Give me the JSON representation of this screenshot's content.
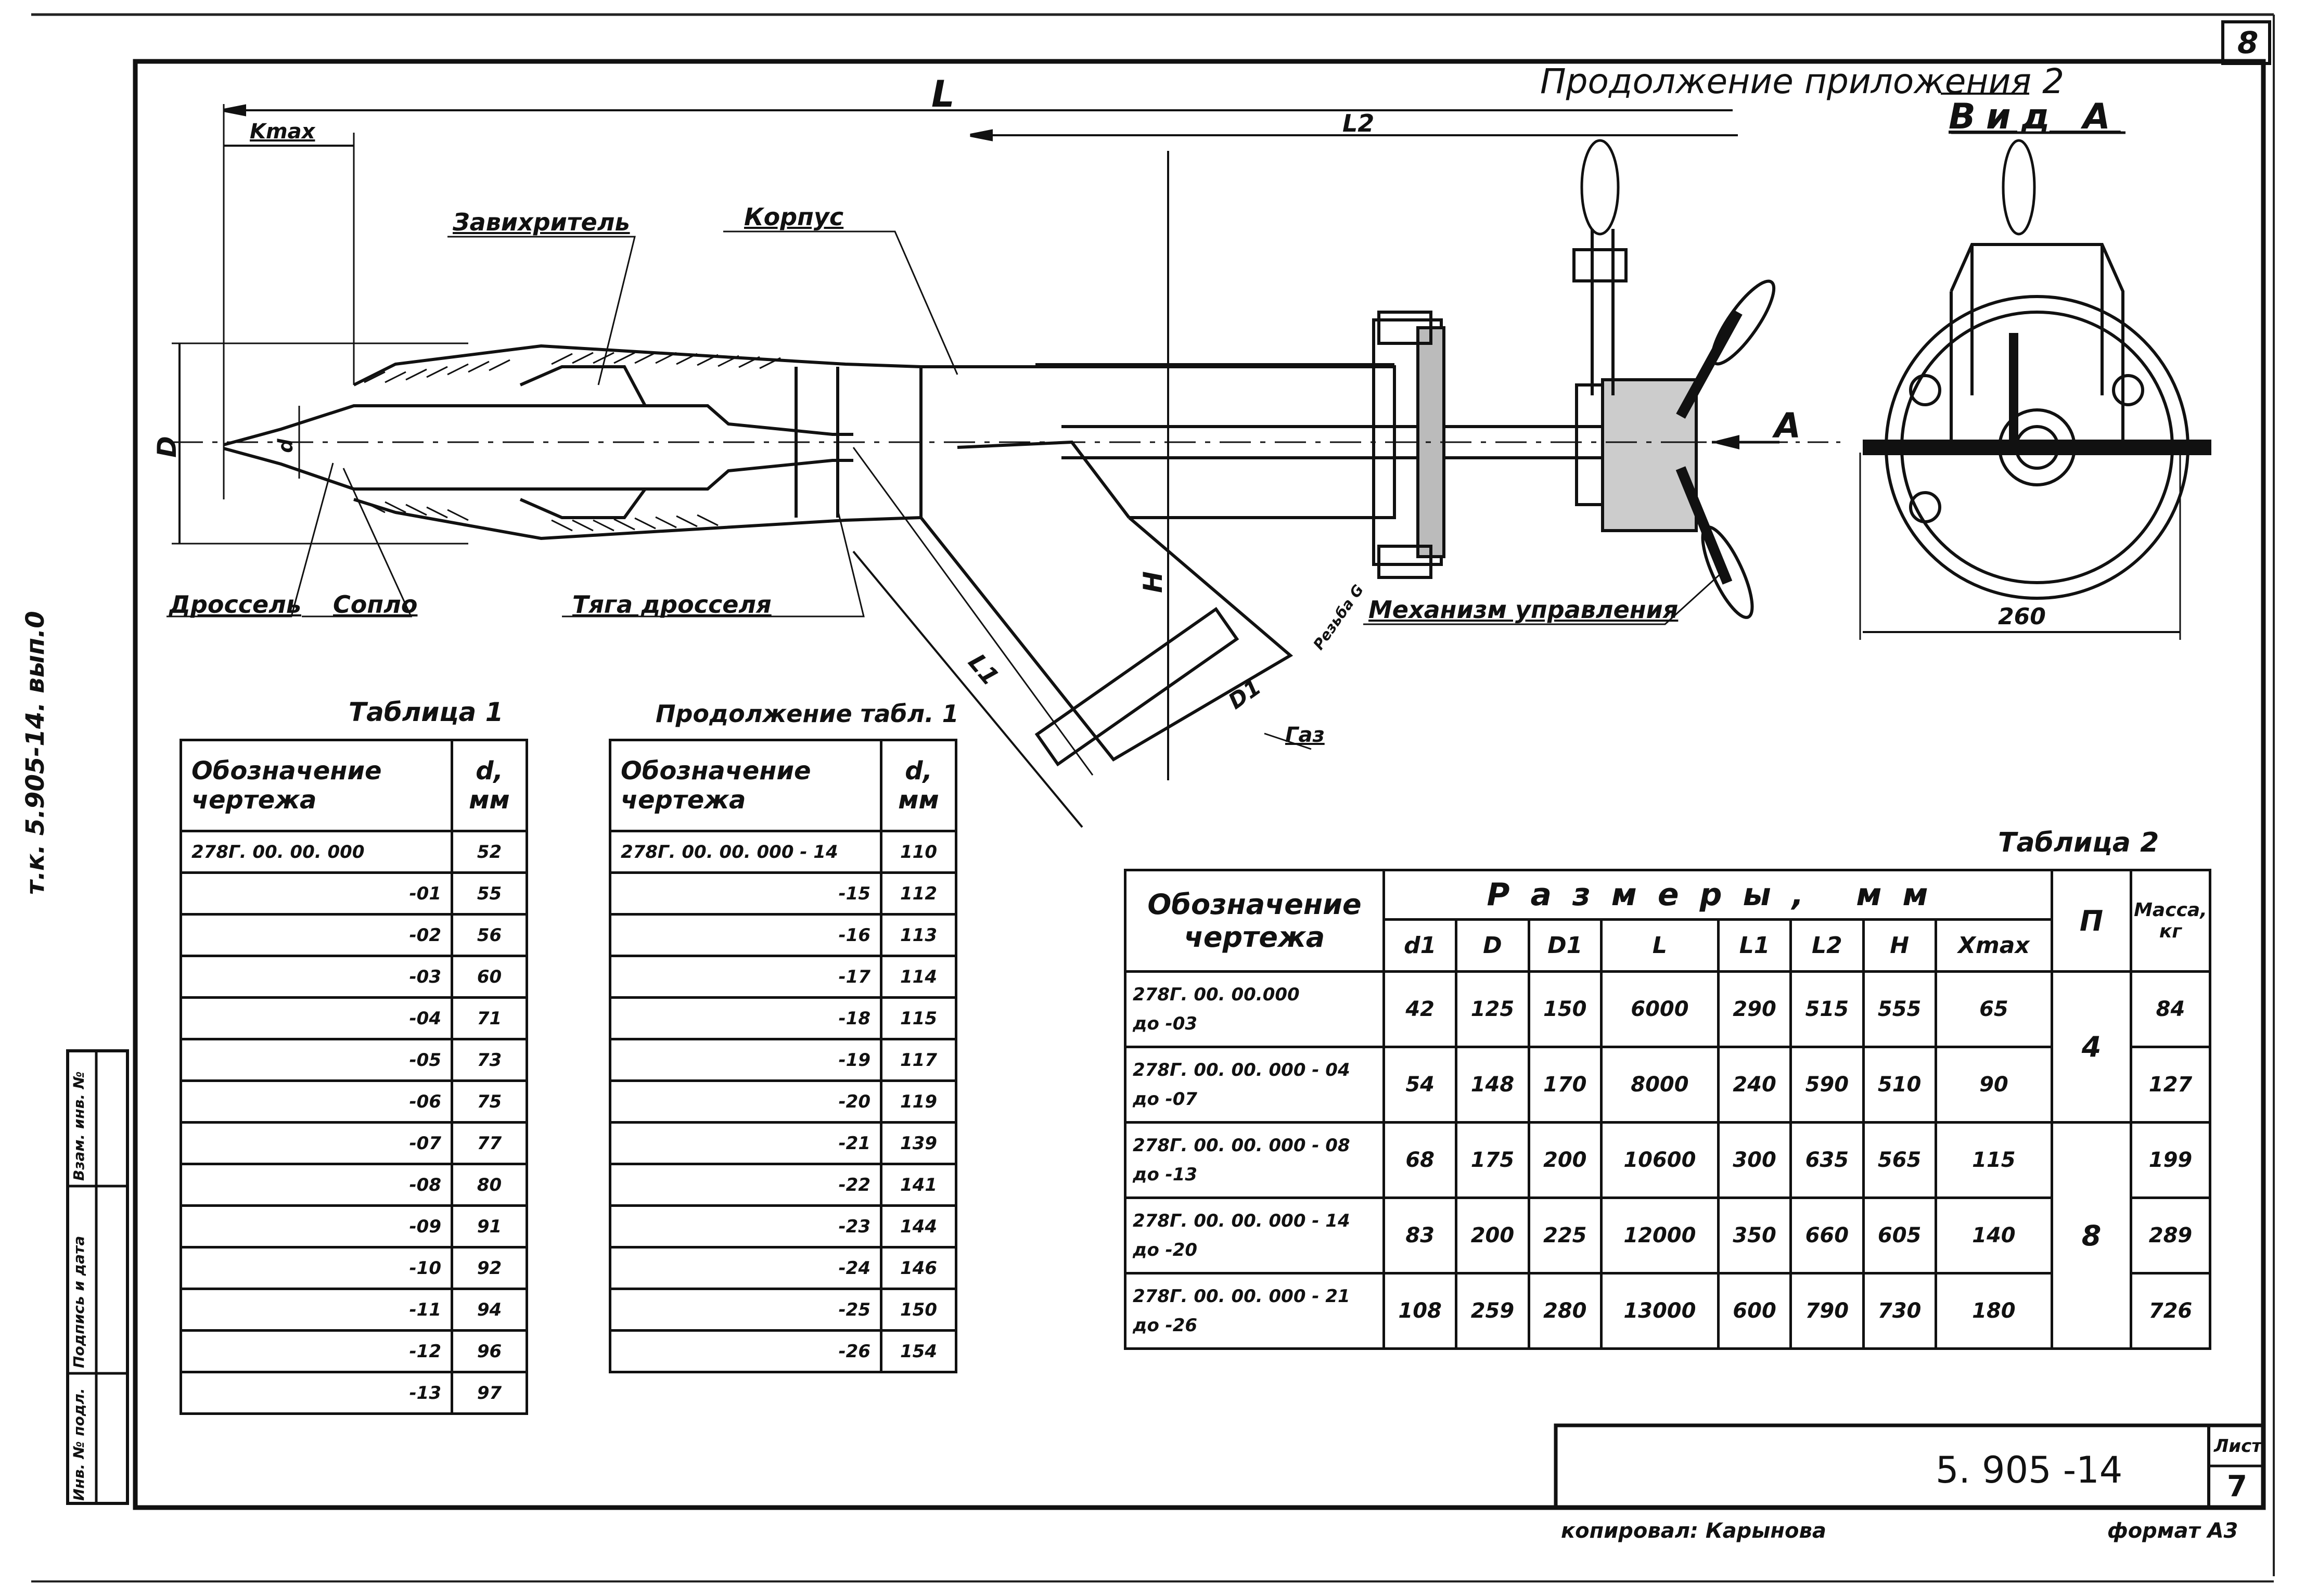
{
  "sheet_number": "8",
  "header_title": "Продолжение приложения 2",
  "view_title": "Вид А",
  "arrow_label": "А",
  "side_label": "т.к. 5.905-14. вып.0",
  "dimensions": {
    "L": "L",
    "L2": "L2",
    "Kmax": "Kmax",
    "D": "D",
    "d": "d",
    "H": "H",
    "L1": "L1",
    "D1": "D1",
    "thread": "Резьба G",
    "gas": "Газ",
    "width_260": "260"
  },
  "callouts": {
    "swirler": "Завихритель",
    "body": "Корпус",
    "throttle": "Дроссель",
    "nozzle": "Сопло",
    "throttle_rod": "Тяга дросселя",
    "control_mechanism": "Механизм управления"
  },
  "table1": {
    "title": "Таблица 1",
    "col1": "Обозначение чертежа",
    "col2": "d, мм",
    "rows": [
      {
        "designation": "278Г. 00. 00. 000",
        "d": "52"
      },
      {
        "designation": "-01",
        "d": "55"
      },
      {
        "designation": "-02",
        "d": "56"
      },
      {
        "designation": "-03",
        "d": "60"
      },
      {
        "designation": "-04",
        "d": "71"
      },
      {
        "designation": "-05",
        "d": "73"
      },
      {
        "designation": "-06",
        "d": "75"
      },
      {
        "designation": "-07",
        "d": "77"
      },
      {
        "designation": "-08",
        "d": "80"
      },
      {
        "designation": "-09",
        "d": "91"
      },
      {
        "designation": "-10",
        "d": "92"
      },
      {
        "designation": "-11",
        "d": "94"
      },
      {
        "designation": "-12",
        "d": "96"
      },
      {
        "designation": "-13",
        "d": "97"
      }
    ]
  },
  "table1_cont": {
    "title": "Продолжение табл. 1",
    "col1": "Обозначение чертежа",
    "col2": "d, мм",
    "rows": [
      {
        "designation": "278Г. 00. 00. 000 - 14",
        "d": "110"
      },
      {
        "designation": "-15",
        "d": "112"
      },
      {
        "designation": "-16",
        "d": "113"
      },
      {
        "designation": "-17",
        "d": "114"
      },
      {
        "designation": "-18",
        "d": "115"
      },
      {
        "designation": "-19",
        "d": "117"
      },
      {
        "designation": "-20",
        "d": "119"
      },
      {
        "designation": "-21",
        "d": "139"
      },
      {
        "designation": "-22",
        "d": "141"
      },
      {
        "designation": "-23",
        "d": "144"
      },
      {
        "designation": "-24",
        "d": "146"
      },
      {
        "designation": "-25",
        "d": "150"
      },
      {
        "designation": "-26",
        "d": "154"
      }
    ]
  },
  "table2": {
    "title": "Таблица 2",
    "col_designation": "Обозначение чертежа",
    "col_sizes": "Размеры, мм",
    "cols": [
      "d1",
      "D",
      "D1",
      "L",
      "L1",
      "L2",
      "H",
      "Xmax"
    ],
    "col_n": "П",
    "col_mass": "Масса, кг",
    "rows": [
      {
        "d1": "278Г. 00. 00.000",
        "d2": "до -03",
        "v": [
          "42",
          "125",
          "150",
          "6000",
          "290",
          "515",
          "555",
          "65"
        ],
        "m": "84"
      },
      {
        "d1": "278Г. 00. 00. 000 - 04",
        "d2": "до -07",
        "v": [
          "54",
          "148",
          "170",
          "8000",
          "240",
          "590",
          "510",
          "90"
        ],
        "m": "127"
      },
      {
        "d1": "278Г. 00. 00. 000 - 08",
        "d2": "до -13",
        "v": [
          "68",
          "175",
          "200",
          "10600",
          "300",
          "635",
          "565",
          "115"
        ],
        "m": "199"
      },
      {
        "d1": "278Г. 00. 00. 000 - 14",
        "d2": "до -20",
        "v": [
          "83",
          "200",
          "225",
          "12000",
          "350",
          "660",
          "605",
          "140"
        ],
        "m": "289"
      },
      {
        "d1": "278Г. 00. 00. 000 - 21",
        "d2": "до -26",
        "v": [
          "108",
          "259",
          "280",
          "13000",
          "600",
          "790",
          "730",
          "180"
        ],
        "m": "726"
      }
    ],
    "n_groups": [
      "4",
      "8"
    ]
  },
  "stamp": {
    "code": "5. 905 -14",
    "sheet_label": "Лист",
    "sheet_value": "7",
    "copied_by": "копировал: Карынова",
    "format": "формат А3"
  },
  "left_strip": [
    "Взам. инв. №",
    "Подпись и дата",
    "Инв. № подл."
  ]
}
